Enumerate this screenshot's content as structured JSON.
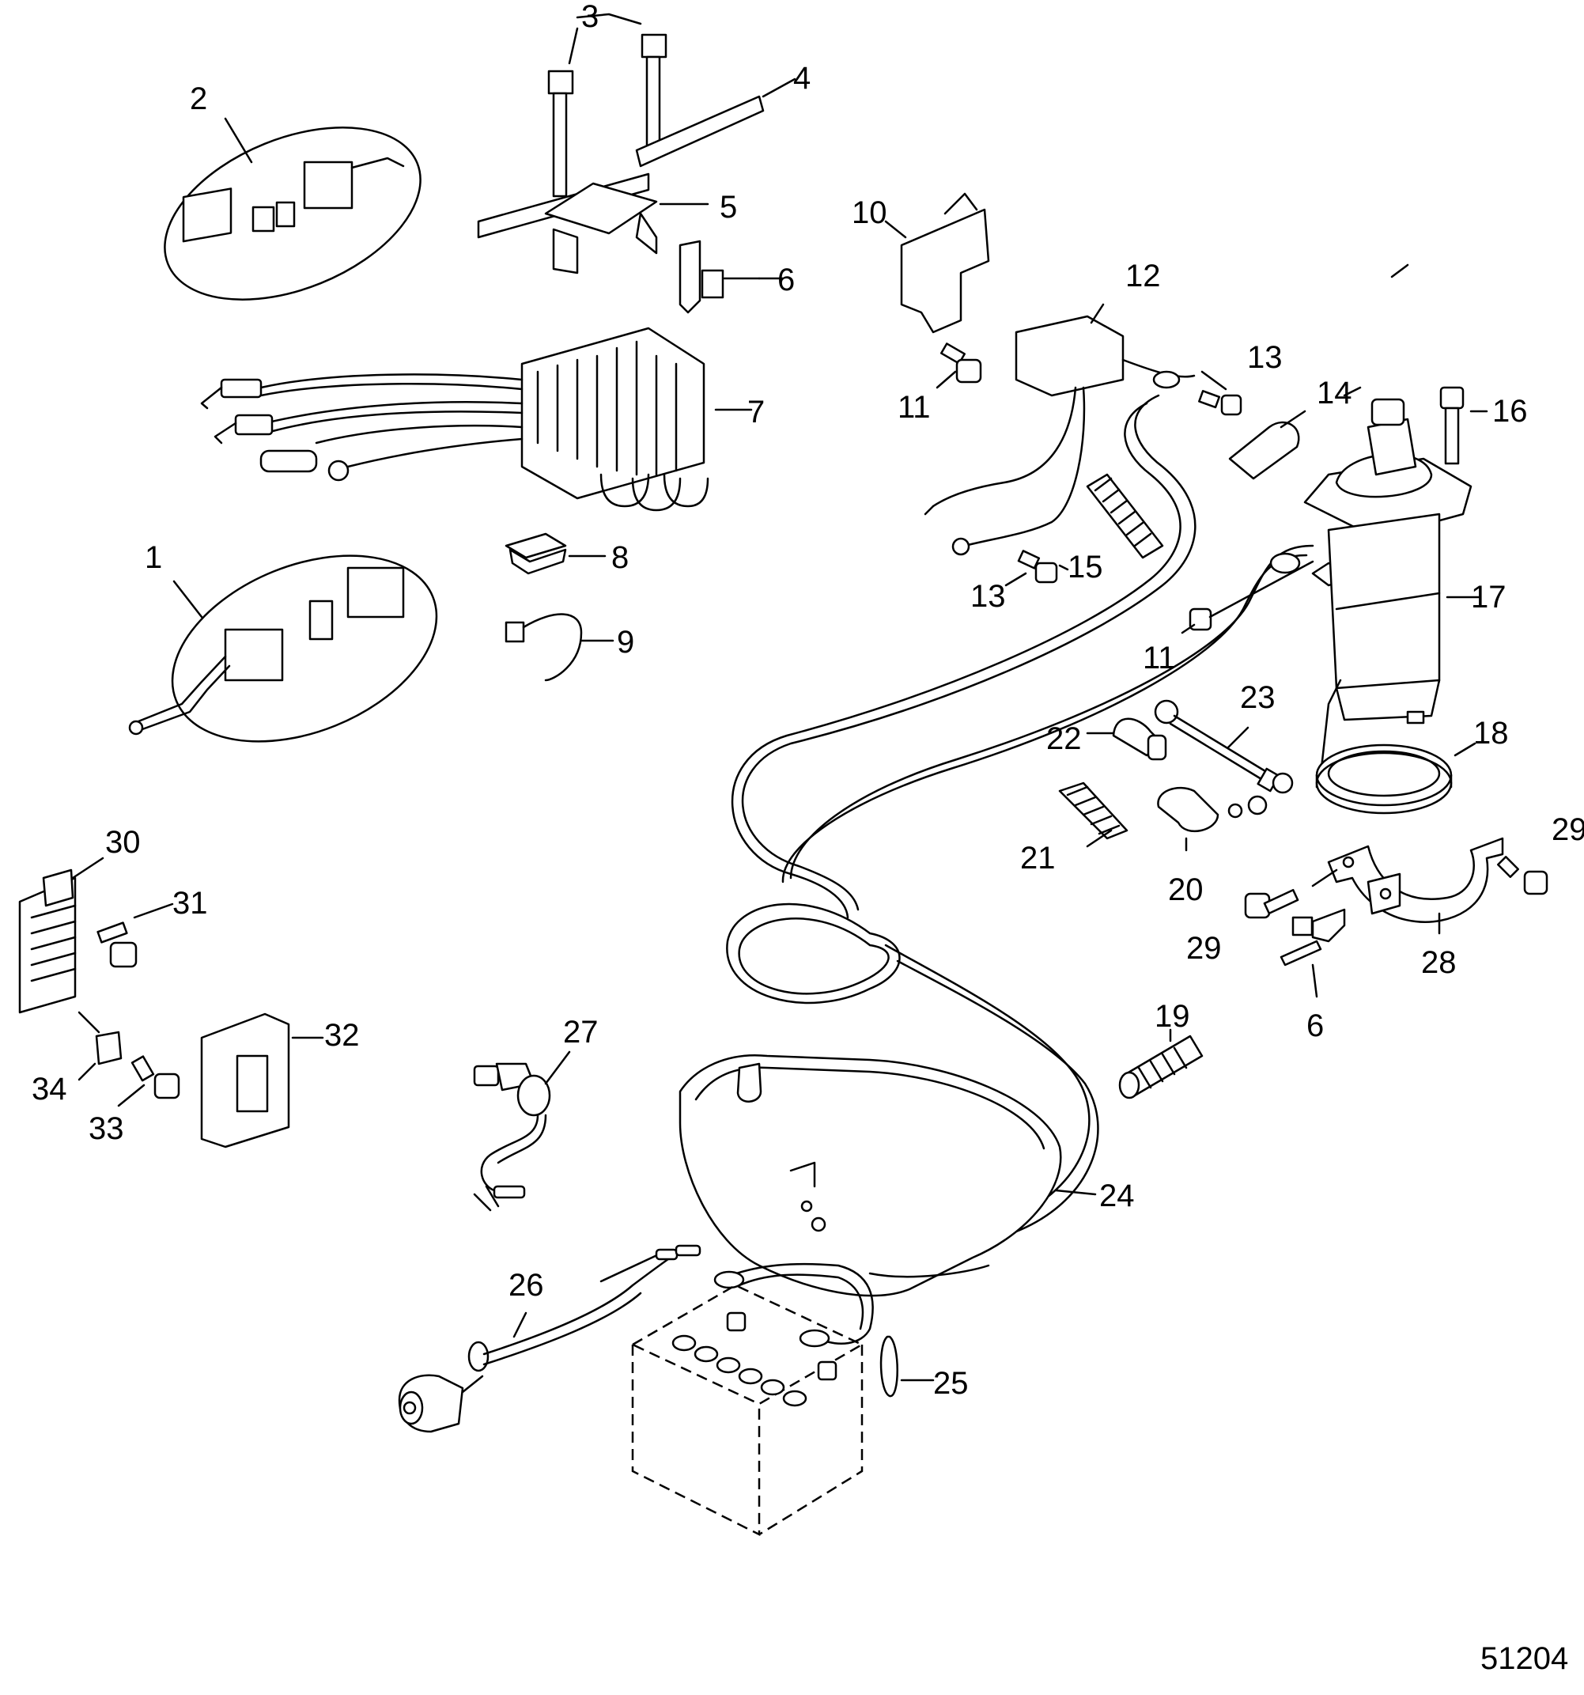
{
  "figure_number": "51204",
  "callouts": {
    "c1": "1",
    "c2": "2",
    "c3": "3",
    "c4": "4",
    "c5": "5",
    "c6a": "6",
    "c6b": "6",
    "c7": "7",
    "c8": "8",
    "c9": "9",
    "c10": "10",
    "c11a": "11",
    "c11b": "11",
    "c12": "12",
    "c13a": "13",
    "c13b": "13",
    "c14": "14",
    "c15": "15",
    "c16": "16",
    "c17": "17",
    "c18": "18",
    "c19": "19",
    "c20": "20",
    "c21": "21",
    "c22": "22",
    "c23": "23",
    "c24": "24",
    "c25": "25",
    "c26": "26",
    "c27": "27",
    "c28": "28",
    "c29a": "29",
    "c29b": "29",
    "c30": "30",
    "c31": "31",
    "c32": "32",
    "c33": "33",
    "c34": "34"
  }
}
